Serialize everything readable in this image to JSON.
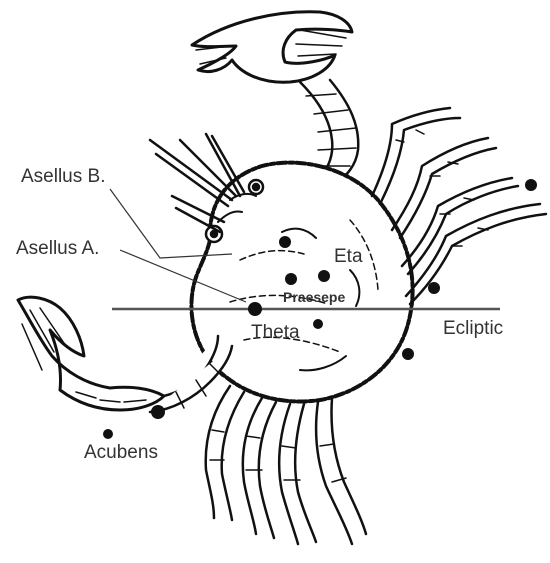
{
  "diagram": {
    "labels": {
      "asellus_b": "Asellus B.",
      "asellus_a": "Asellus A.",
      "eta": "Eta",
      "praesepe": "Praesepe",
      "theta": "Theta",
      "ecliptic": "Ecliptic",
      "acubens": "Acubens"
    },
    "colors": {
      "ink": "#111111",
      "label": "#333333",
      "ecliptic_line": "#555555",
      "background": "#ffffff"
    }
  }
}
